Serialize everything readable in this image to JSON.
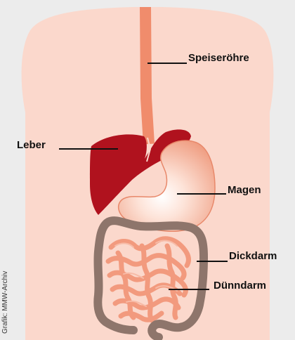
{
  "diagram": {
    "labels": {
      "esophagus": "Speiseröhre",
      "liver": "Leber",
      "stomach": "Magen",
      "large_intestine": "Dickdarm",
      "small_intestine": "Dünndarm"
    },
    "credit": "Grafik: MMW-Archiv"
  },
  "colors": {
    "background": "#ececec",
    "body": "#fbd8cc",
    "esophagus": "#f08c6c",
    "liver": "#b0121e",
    "stomach": "#f5a98e",
    "small_intestine": "#f29a7e",
    "large_intestine": "#8e756b"
  }
}
